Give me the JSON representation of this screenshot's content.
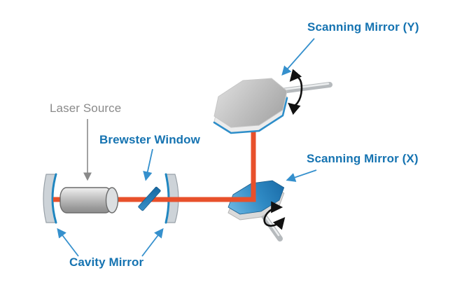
{
  "figure": {
    "type": "diagram",
    "labels": {
      "laser_source": "Laser Source",
      "brewster_window": "Brewster Window",
      "scanning_mirror_y": "Scanning Mirror (Y)",
      "scanning_mirror_x": "Scanning Mirror (X)",
      "cavity_mirror": "Cavity Mirror"
    },
    "colors": {
      "label_blue": "#1573b1",
      "leader_blue": "#3590cd",
      "label_gray": "#8a8a8a",
      "beam_red": "#e8502b",
      "mirror_face_blue": "#2f8ac4",
      "mirror_edge_blue": "#1f86c0",
      "rotation_arrow_black": "#111111",
      "metal_gray": "#b6babd"
    }
  }
}
